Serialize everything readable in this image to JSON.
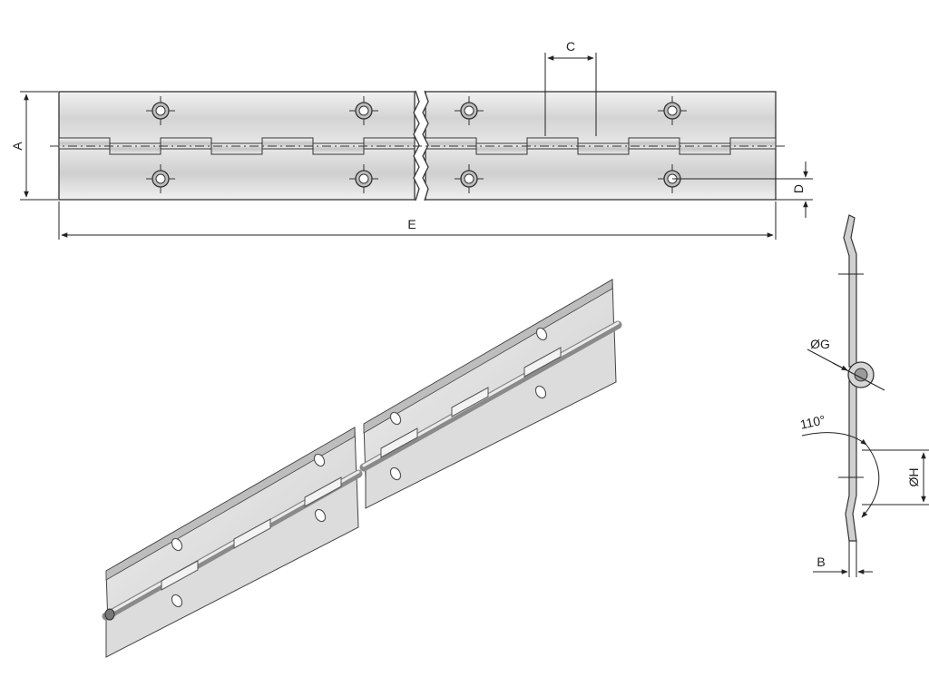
{
  "labels": {
    "A": "A",
    "B": "B",
    "C": "C",
    "D": "D",
    "E": "E",
    "G": "ØG",
    "H": "ØH",
    "angle": "110°"
  },
  "colors": {
    "metal_light": "#e6e6e6",
    "metal_mid": "#c8c8c8",
    "metal_dark": "#9a9a9a",
    "line": "#222222",
    "accent_gold": "#c9a45a"
  }
}
